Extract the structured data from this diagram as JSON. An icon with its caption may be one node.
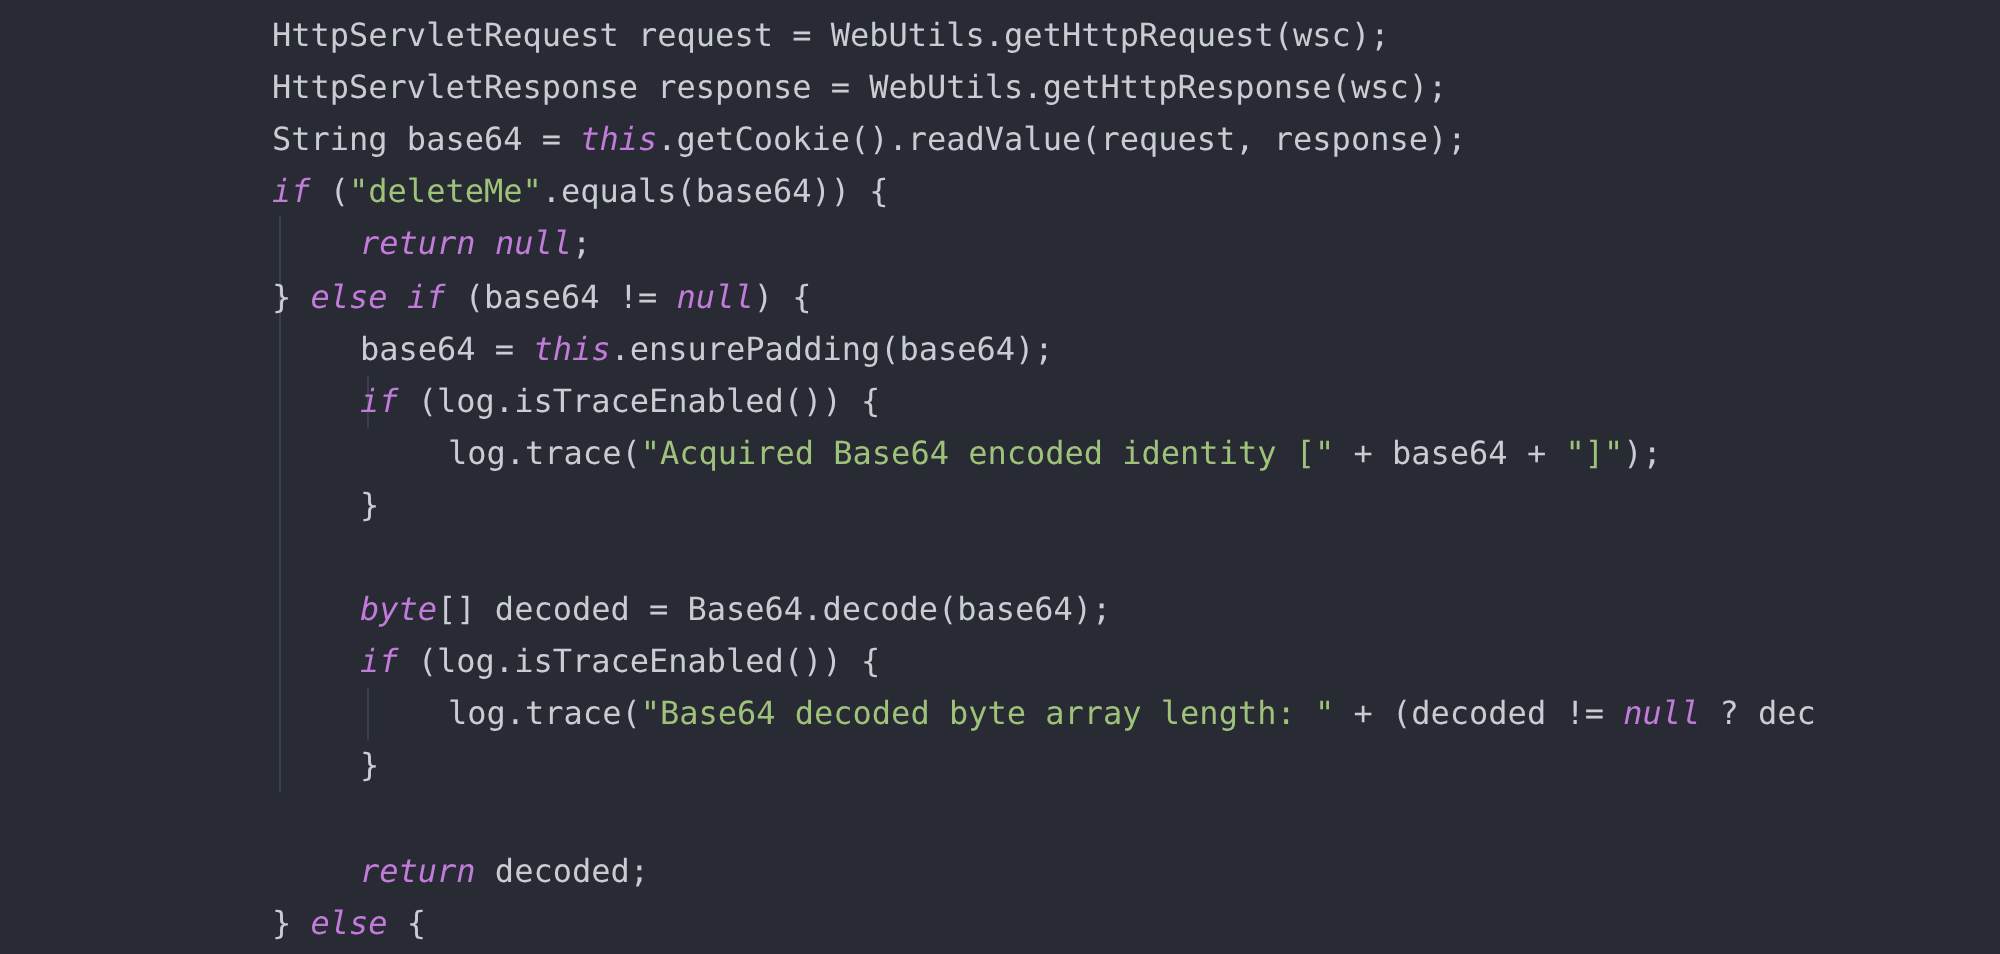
{
  "diagram": {
    "labels": [
      "HttpServletRequest request = WebUtils.getHttpRequest(wsc);",
      "HttpServletResponse response = WebUtils.getHttpResponse(wsc);",
      "String base64 = *this*.getCookie().readValue(request, response);",
      "*if* (\"deleteMe\".equals(base64)) {",
      "*return* *null*;",
      "} *else* *if* (base64 != *null*) {",
      "base64 = *this*.ensurePadding(base64);",
      "*if* (log.isTraceEnabled()) {",
      "log.trace(\"Acquired Base64 encoded identity [\" + base64 + \"]\");",
      "}",
      "*byte*[] decoded = Base64.decode(base64);",
      "*if* (log.isTraceEnabled()) {",
      "log.trace(\"Base64 decoded byte array length: \" + (decoded != *null* ? dec",
      "}",
      "*return* decoded;",
      "} *else* {"
    ]
  }
}
